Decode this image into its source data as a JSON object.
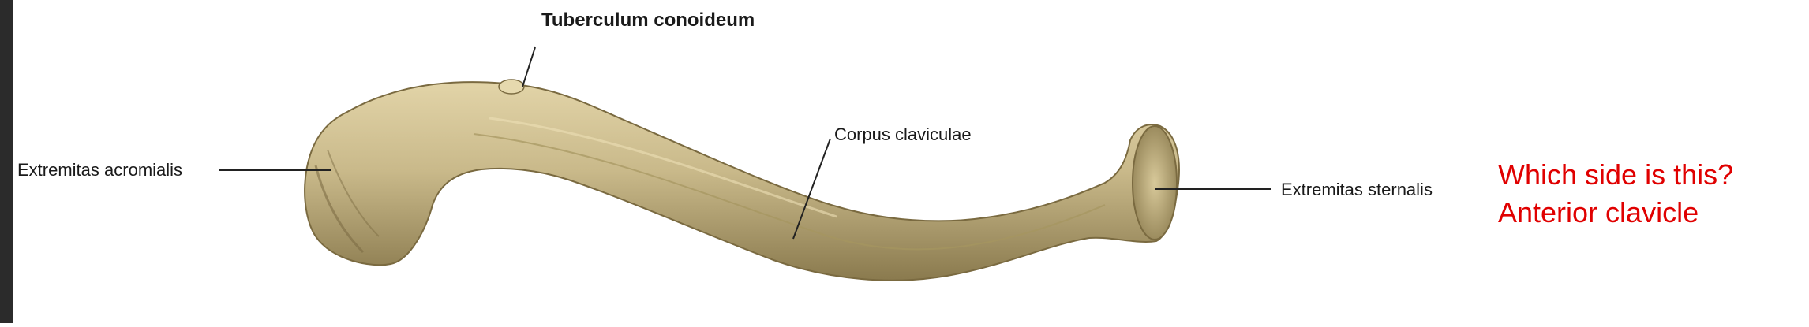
{
  "labels": {
    "tuberculum": "Tuberculum conoideum",
    "acromialis": "Extremitas acromialis",
    "corpus": "Corpus claviculae",
    "sternalis": "Extremitas sternalis"
  },
  "question": {
    "line1": "Which side is this?",
    "line2": "Anterior clavicle"
  },
  "colors": {
    "bone": "#c9b98a",
    "bone_shadow": "#8a7a4e",
    "leader": "#222222",
    "question_text": "#e00000"
  }
}
